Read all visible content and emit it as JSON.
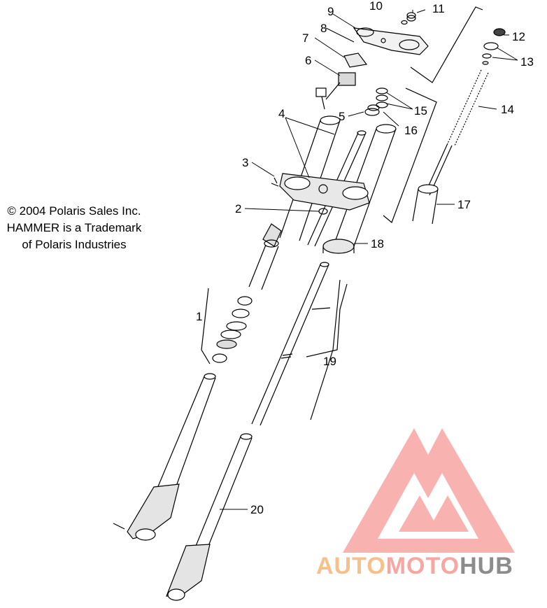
{
  "copyright": {
    "line1": "© 2004 Polaris Sales Inc.",
    "line2": "HAMMER is a Trademark",
    "line3": "of Polaris Industries"
  },
  "callouts": [
    "1",
    "2",
    "3",
    "4",
    "5",
    "6",
    "7",
    "8",
    "9",
    "10",
    "11",
    "12",
    "13",
    "14",
    "15",
    "16",
    "17",
    "18",
    "19",
    "20"
  ],
  "watermark": {
    "part1": "AUTO",
    "part2": "MOTO",
    "part3": "HUB",
    "colors": {
      "auto": "#F6C08A",
      "moto": "#F7A6A2",
      "hub": "#8C8C8C",
      "logo": "#F7A6A2"
    }
  }
}
